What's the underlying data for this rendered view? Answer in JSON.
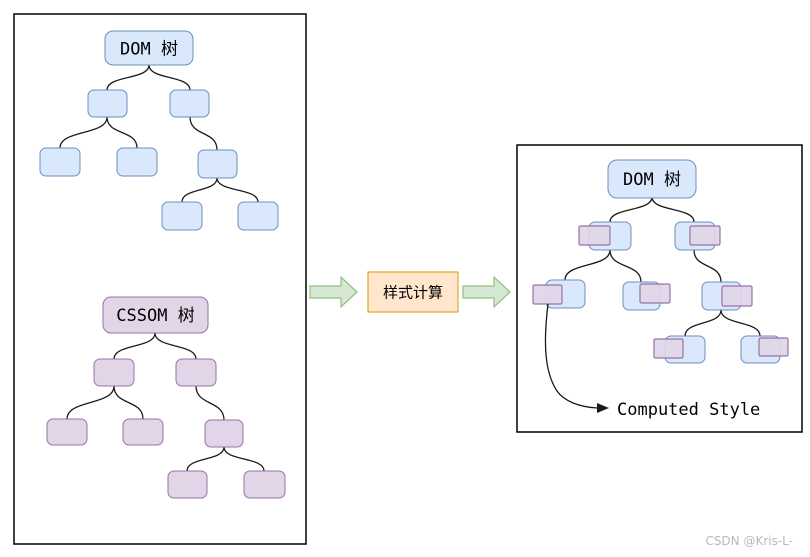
{
  "labels": {
    "dom_tree": "DOM 树",
    "cssom_tree": "CSSOM 树",
    "process": "样式计算",
    "render_root": "DOM 树",
    "computed_style": "Computed Style"
  },
  "watermark": {
    "text": "CSDN @Kris-L-"
  },
  "colors": {
    "dom_fill": "#dae8fc",
    "dom_stroke": "#6c8ebf",
    "cssom_fill": "#e1d5e7",
    "cssom_stroke": "#9673a6",
    "arrow_fill": "#d5e8d4",
    "arrow_stroke": "#82b366",
    "process_fill": "#ffe6cc",
    "process_stroke": "#d79b00",
    "edge": "#1a1a1a",
    "panel_stroke": "#000000",
    "watermark_color": "#b4b9bf"
  },
  "diagram": {
    "dom_tree": {
      "nodes": [
        [
          88,
          90,
          39,
          27
        ],
        [
          170,
          90,
          39,
          27
        ],
        [
          40,
          148,
          40,
          28
        ],
        [
          117,
          148,
          40,
          28
        ],
        [
          198,
          150,
          39,
          28
        ],
        [
          162,
          202,
          40,
          28
        ],
        [
          238,
          202,
          40,
          28
        ]
      ],
      "edges": [
        [
          149,
          65,
          107,
          90
        ],
        [
          149,
          65,
          190,
          90
        ],
        [
          107,
          117,
          60,
          148
        ],
        [
          107,
          117,
          137,
          148
        ],
        [
          190,
          117,
          217,
          150
        ],
        [
          217,
          178,
          182,
          202
        ],
        [
          217,
          178,
          258,
          202
        ]
      ]
    },
    "cssom_tree": {
      "nodes": [
        [
          94,
          359,
          40,
          27
        ],
        [
          176,
          359,
          40,
          27
        ],
        [
          47,
          419,
          40,
          26
        ],
        [
          123,
          419,
          40,
          26
        ],
        [
          205,
          420,
          38,
          27
        ],
        [
          168,
          471,
          39,
          27
        ],
        [
          244,
          471,
          41,
          27
        ]
      ],
      "edges": [
        [
          155,
          333,
          114,
          359
        ],
        [
          155,
          333,
          196,
          359
        ],
        [
          114,
          386,
          67,
          419
        ],
        [
          114,
          386,
          143,
          419
        ],
        [
          196,
          386,
          224,
          420
        ],
        [
          224,
          447,
          187,
          471
        ],
        [
          224,
          447,
          264,
          471
        ]
      ]
    },
    "render_tree": {
      "nodes": [
        {
          "blue": [
            589,
            222,
            42,
            28
          ],
          "purple": [
            579,
            226,
            31,
            19
          ]
        },
        {
          "blue": [
            675,
            222,
            40,
            28
          ],
          "purple": [
            690,
            226,
            30,
            19
          ]
        },
        {
          "blue": [
            546,
            280,
            39,
            28
          ],
          "purple": [
            533,
            285,
            29,
            19
          ]
        },
        {
          "blue": [
            623,
            282,
            37,
            28
          ],
          "purple": [
            640,
            284,
            30,
            19
          ]
        },
        {
          "blue": [
            702,
            282,
            39,
            28
          ],
          "purple": [
            722,
            286,
            30,
            20
          ]
        },
        {
          "blue": [
            665,
            336,
            40,
            27
          ],
          "purple": [
            654,
            339,
            29,
            19
          ]
        },
        {
          "blue": [
            741,
            336,
            39,
            27
          ],
          "purple": [
            759,
            338,
            29,
            18
          ]
        }
      ],
      "edges": [
        [
          652,
          197,
          610,
          222
        ],
        [
          652,
          197,
          694,
          222
        ],
        [
          610,
          250,
          565,
          280
        ],
        [
          610,
          250,
          641,
          282
        ],
        [
          694,
          250,
          721,
          282
        ],
        [
          721,
          310,
          685,
          336
        ],
        [
          721,
          310,
          760,
          336
        ]
      ],
      "computed_style_arrow": "M548,304 C543,345 545,373 557,391 C564,401 579,407 597,408",
      "computed_style_arrowhead": "M609,408 L597,403 L597,413 Z"
    }
  }
}
